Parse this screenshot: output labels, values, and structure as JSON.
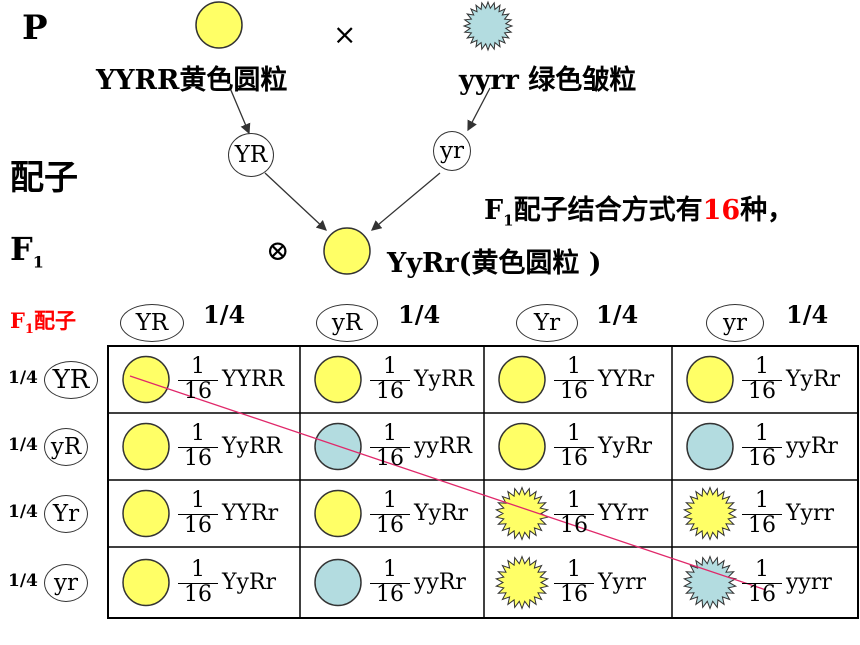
{
  "colors": {
    "yellow": "#ffff66",
    "green": "#b3dce0",
    "highlight": "#ff0000",
    "diagonal": "#e0286a"
  },
  "parents": {
    "label": "P",
    "cross_symbol": "×",
    "p1_genotype": "YYRR",
    "p1_phenotype": "黄色圆粒",
    "p2_genotype": "yyrr",
    "p2_phenotype": "绿色皱粒"
  },
  "gametes": {
    "label": "配子",
    "g1": "YR",
    "g2": "yr"
  },
  "f1": {
    "label": "F",
    "sub": "1",
    "self_symbol": "⊗",
    "genotype": "YyRr(黄色圆粒 )",
    "note_pre": "配子结合方式有",
    "note_num": "16",
    "note_post": "种，"
  },
  "grid": {
    "header_label": "配子",
    "col_gametes": [
      "YR",
      "yR",
      "Yr",
      "yr"
    ],
    "row_gametes": [
      "YR",
      "yR",
      "Yr",
      "yr"
    ],
    "quarter": "1/4",
    "frac_num": "1",
    "frac_den": "16",
    "cells": [
      [
        "YYRR",
        "YyRR",
        "YYRr",
        "YyRr"
      ],
      [
        "YyRR",
        "yyRR",
        "YyRr",
        "yyRr"
      ],
      [
        "YYRr",
        "YyRr",
        "YYrr",
        "Yyrr"
      ],
      [
        "YyRr",
        "yyRr",
        "Yyrr",
        "yyrr"
      ]
    ],
    "phenotypes": [
      [
        "yellow-round",
        "yellow-round",
        "yellow-round",
        "yellow-round"
      ],
      [
        "yellow-round",
        "green-round",
        "yellow-round",
        "green-round"
      ],
      [
        "yellow-round",
        "yellow-round",
        "yellow-wrinkled",
        "yellow-wrinkled"
      ],
      [
        "yellow-round",
        "green-round",
        "yellow-wrinkled",
        "green-wrinkled"
      ]
    ]
  }
}
